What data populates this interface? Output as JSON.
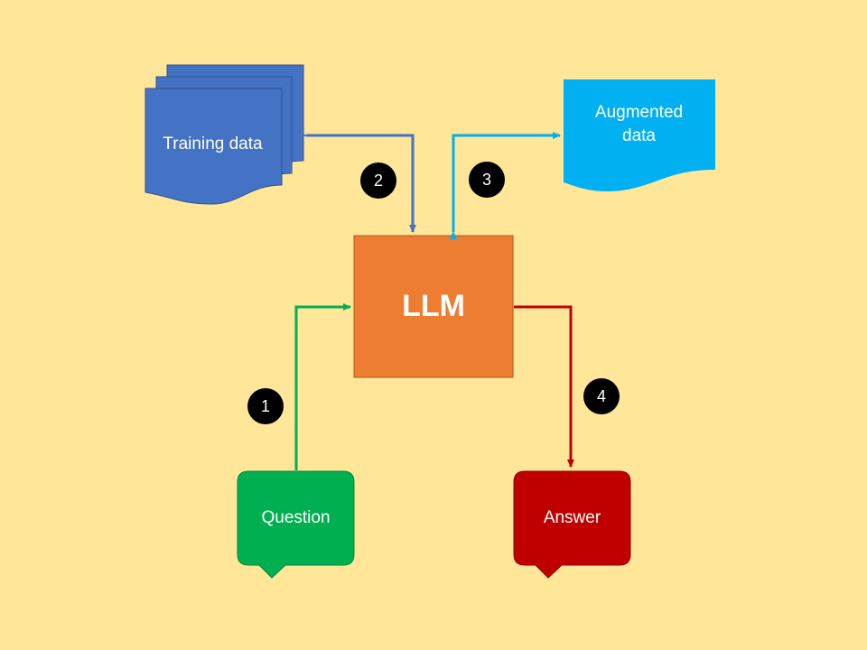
{
  "nodes": {
    "training_data": {
      "label": "Training data",
      "color": "#4472C4"
    },
    "augmented_data": {
      "label": "Augmented data",
      "color": "#00B0F0"
    },
    "llm": {
      "label": "LLM",
      "color": "#ED7D31"
    },
    "question": {
      "label": "Question",
      "color": "#00B050"
    },
    "answer": {
      "label": "Answer",
      "color": "#C00000"
    }
  },
  "steps": [
    "1",
    "2",
    "3",
    "4"
  ],
  "colors": {
    "background": "#FFE699",
    "step_badge": "#000000",
    "label_text": "#FFFFFF"
  },
  "edges": [
    {
      "from": "question",
      "to": "llm",
      "step": "1",
      "color": "#00B050"
    },
    {
      "from": "training_data",
      "to": "llm",
      "step": "2",
      "color": "#4472C4",
      "bidirectional": true
    },
    {
      "from": "augmented_data",
      "to": "llm",
      "step": "3",
      "color": "#00B0F0",
      "bidirectional": true
    },
    {
      "from": "llm",
      "to": "answer",
      "step": "4",
      "color": "#C00000"
    }
  ]
}
